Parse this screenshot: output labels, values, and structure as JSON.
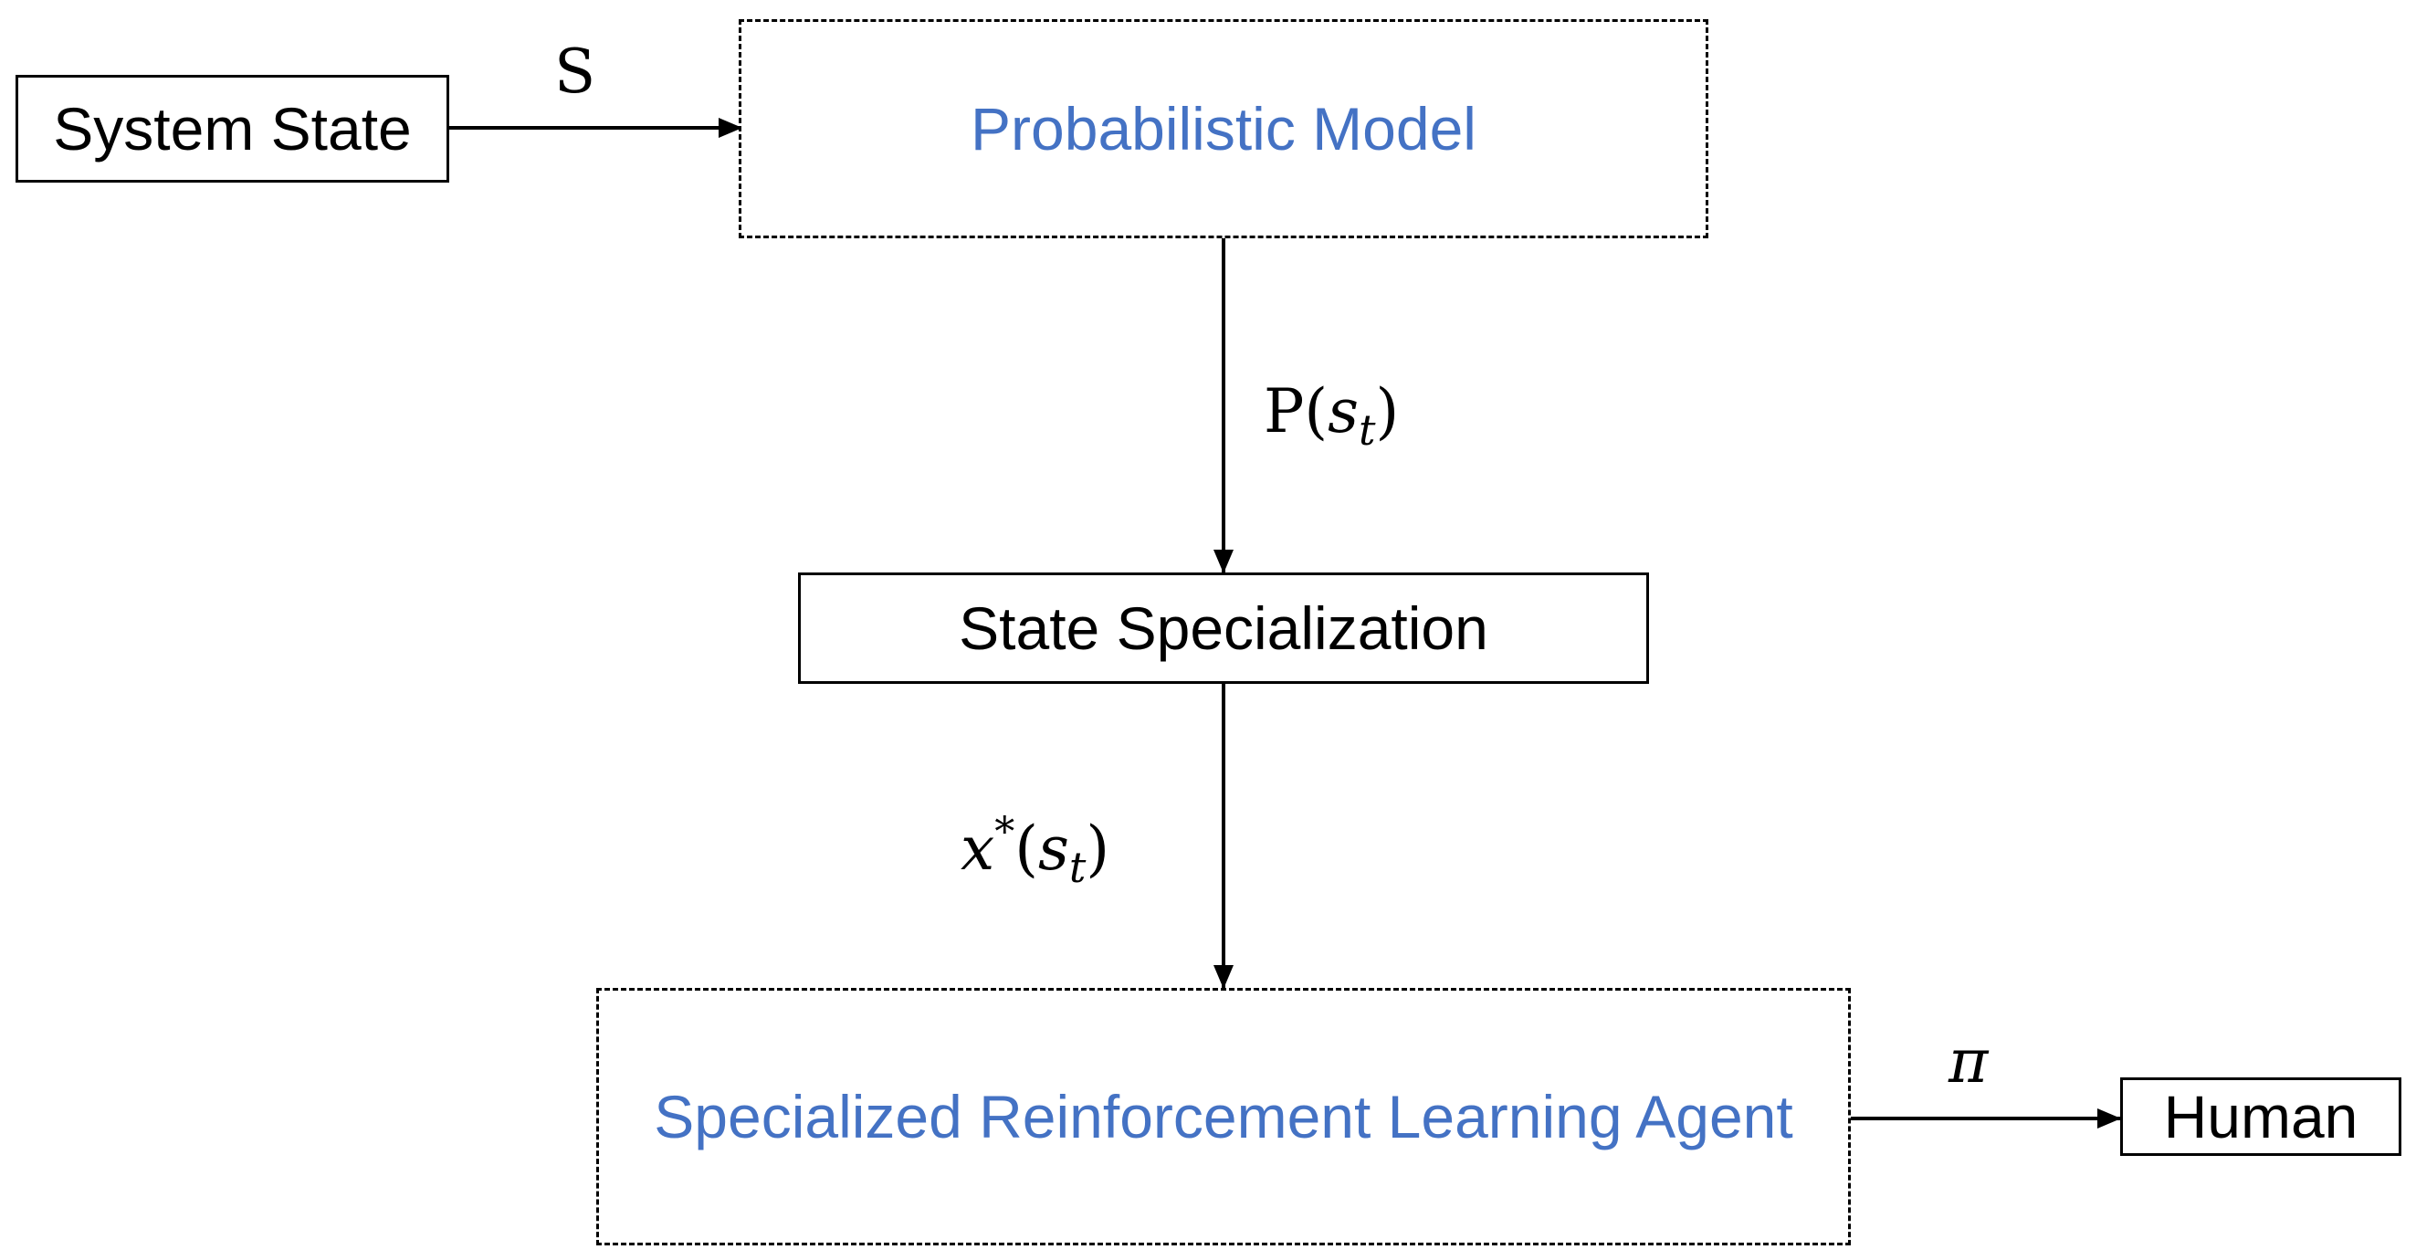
{
  "nodes": {
    "system_state": "System State",
    "probabilistic_model": "Probabilistic Model",
    "state_specialization": "State Specialization",
    "rl_agent": "Specialized Reinforcement Learning Agent",
    "human": "Human"
  },
  "edges": {
    "state_to_model": "S",
    "model_to_spec": {
      "prefix": "P(",
      "var": "s",
      "sub": "t",
      "suffix": ")"
    },
    "spec_to_agent": {
      "var": "x",
      "sup": "*",
      "open": "(",
      "arg": "s",
      "sub": "t",
      "close": ")"
    },
    "agent_to_human": "π"
  },
  "colors": {
    "accent_text": "#4472c4",
    "line": "#000000"
  }
}
